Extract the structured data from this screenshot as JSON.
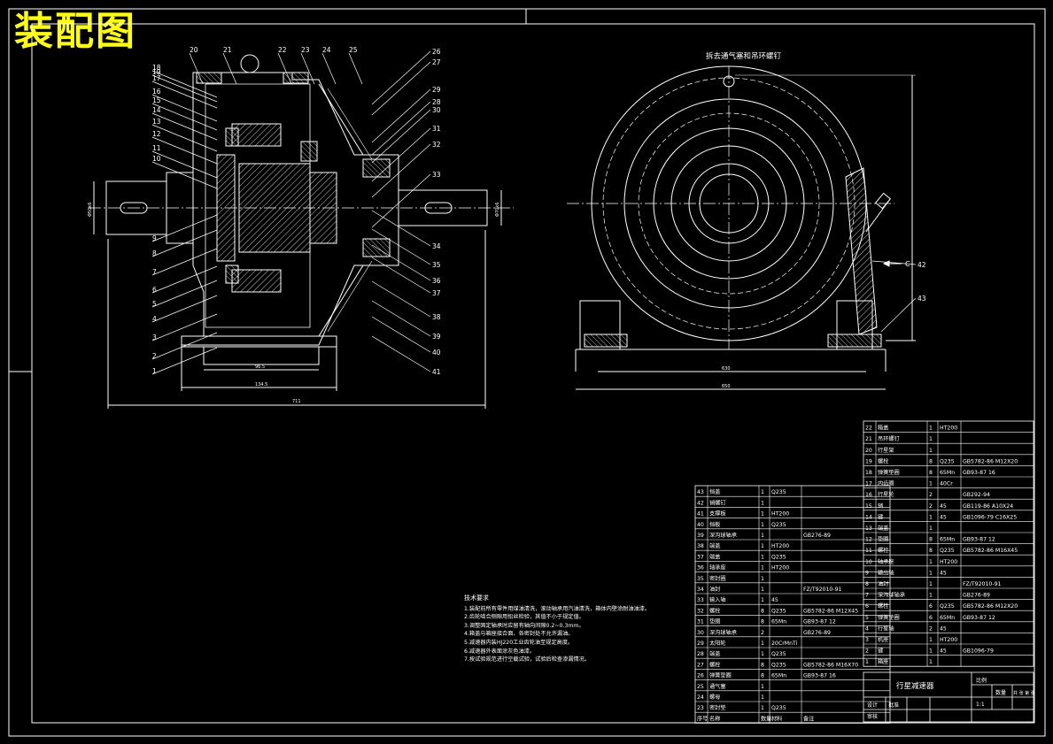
{
  "title": "装配图",
  "side_view_label": "拆去通气塞和吊环螺钉",
  "section_mark": "C",
  "dims": {
    "overall_len": "711",
    "base_w1": "96.5",
    "base_w2": "134.5",
    "side_w1": "630",
    "side_w2": "650",
    "shaft_left": "Φ50k6",
    "shaft_right": "Φ70k6"
  },
  "left_labels": [
    "19",
    "18",
    "17",
    "16",
    "15",
    "14",
    "13",
    "12",
    "11",
    "10",
    "9",
    "8",
    "7",
    "6",
    "5",
    "4",
    "3",
    "2",
    "1"
  ],
  "top_labels": [
    "20",
    "21",
    "22",
    "23",
    "24",
    "25"
  ],
  "right_labels": [
    "26",
    "27",
    "28",
    "29",
    "30",
    "31",
    "32",
    "33",
    "34",
    "35",
    "36",
    "37",
    "38",
    "39",
    "40",
    "41"
  ],
  "side_labels": [
    "42",
    "43"
  ],
  "notes": {
    "title": "技术要求",
    "lines": [
      "1.装配前所有零件用煤油清洗，滚动轴承用汽油清洗，箱体内壁涂耐油油漆。",
      "2.齿轮啮合侧隙用铅丝检验，其值不小于规定值。",
      "3.调整固定轴承时应留有轴向间隙0.2~0.3mm。",
      "4.箱盖与箱座接合面、各密封处不允许漏油。",
      "5.减速器内装HJ220工业齿轮油至规定高度。",
      "6.减速器外表面涂灰色油漆。",
      "7.按试验规范进行空载试验，试验后检查渗漏情况。"
    ]
  },
  "bom_left": [
    [
      "43",
      "挡盖",
      "1",
      "Q235",
      ""
    ],
    [
      "42",
      "销螺钉",
      "1",
      "",
      ""
    ],
    [
      "41",
      "支撑板",
      "1",
      "HT200",
      ""
    ],
    [
      "40",
      "挡板",
      "1",
      "Q235",
      ""
    ],
    [
      "39",
      "深沟球轴承",
      "1",
      "",
      "GB276-89"
    ],
    [
      "38",
      "端盖",
      "1",
      "HT200",
      ""
    ],
    [
      "37",
      "端盖",
      "1",
      "Q235",
      ""
    ],
    [
      "36",
      "轴承座",
      "1",
      "HT200",
      ""
    ],
    [
      "35",
      "密封圈",
      "1",
      "",
      ""
    ],
    [
      "34",
      "油封",
      "1",
      "",
      "FZ/T92010-91"
    ],
    [
      "33",
      "输入轴",
      "1",
      "45",
      ""
    ],
    [
      "32",
      "螺栓",
      "8",
      "Q235",
      "GB5782-86 M12X45"
    ],
    [
      "31",
      "垫圈",
      "8",
      "65Mn",
      "GB93-87 12"
    ],
    [
      "30",
      "深沟球轴承",
      "2",
      "",
      "GB276-89"
    ],
    [
      "29",
      "太阳轮",
      "1",
      "20CrMnTi",
      ""
    ],
    [
      "28",
      "端盖",
      "1",
      "Q235",
      ""
    ],
    [
      "27",
      "螺栓",
      "8",
      "Q235",
      "GB5782-86 M16X70"
    ],
    [
      "26",
      "弹簧垫圈",
      "8",
      "65Mn",
      "GB93-87 16"
    ],
    [
      "25",
      "通气塞",
      "1",
      "",
      ""
    ],
    [
      "24",
      "螺母",
      "1",
      "",
      ""
    ],
    [
      "23",
      "密封垫",
      "1",
      "Q235",
      ""
    ],
    [
      "序号",
      "名称",
      "数量",
      "材料",
      "备注"
    ]
  ],
  "bom_right": [
    [
      "22",
      "箱盖",
      "1",
      "HT200",
      ""
    ],
    [
      "21",
      "吊环螺钉",
      "1",
      "",
      ""
    ],
    [
      "20",
      "行星架",
      "1",
      "",
      ""
    ],
    [
      "19",
      "螺栓",
      "8",
      "Q235",
      "GB5782-86 M12X20"
    ],
    [
      "18",
      "弹簧垫圈",
      "8",
      "65Mn",
      "GB93-87 16"
    ],
    [
      "17",
      "内齿圈",
      "1",
      "40Cr",
      ""
    ],
    [
      "16",
      "行星轮",
      "2",
      "",
      "GB292-94"
    ],
    [
      "15",
      "销",
      "2",
      "45",
      "GB119-86 A10X24"
    ],
    [
      "14",
      "键",
      "1",
      "45",
      "GB1096-79 C16X25"
    ],
    [
      "13",
      "端盖",
      "1",
      "",
      ""
    ],
    [
      "12",
      "垫圈",
      "8",
      "65Mn",
      "GB93-87 12"
    ],
    [
      "11",
      "螺栓",
      "8",
      "Q235",
      "GB5782-86 M16X45"
    ],
    [
      "10",
      "轴承座",
      "1",
      "HT200",
      ""
    ],
    [
      "9",
      "输出轴",
      "1",
      "45",
      ""
    ],
    [
      "8",
      "油封",
      "1",
      "",
      "FZ/T92010-91"
    ],
    [
      "7",
      "深沟球轴承",
      "1",
      "",
      "GB276-89"
    ],
    [
      "6",
      "螺栓",
      "6",
      "Q235",
      "GB5782-86 M12X20"
    ],
    [
      "5",
      "弹簧垫圈",
      "6",
      "65Mn",
      "GB93-87 12"
    ],
    [
      "4",
      "行星轴",
      "2",
      "45",
      ""
    ],
    [
      "3",
      "机座",
      "1",
      "HT200",
      ""
    ],
    [
      "2",
      "键",
      "1",
      "45",
      "GB1096-79"
    ],
    [
      "1",
      "箱座",
      "1",
      "",
      ""
    ]
  ],
  "title_block": {
    "name": "行星减速器",
    "label_scale": "比例",
    "label_qty": "数量",
    "label_sheet": "共 张 第 张",
    "scale": "1:1",
    "drawn": "设计",
    "checked": "审核",
    "approved": "批准"
  }
}
